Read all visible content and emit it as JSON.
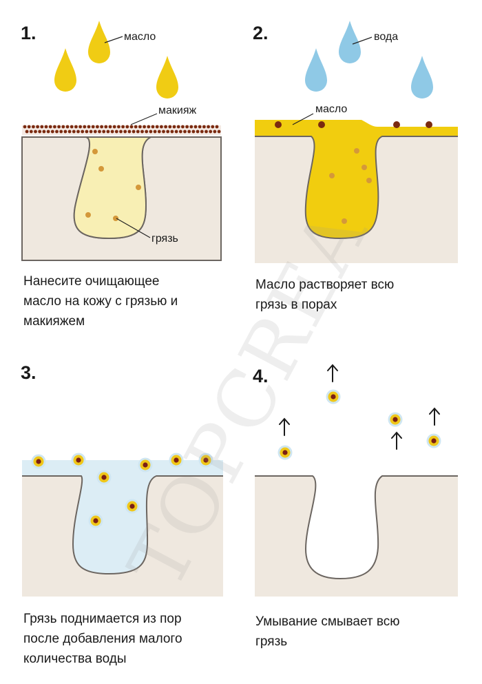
{
  "panels": [
    {
      "number": "1.",
      "labels": {
        "oil": "масло",
        "makeup": "макияж",
        "dirt": "грязь"
      },
      "caption": [
        "Нанесите очищающее",
        "масло на кожу с грязью и",
        "макияжем"
      ]
    },
    {
      "number": "2.",
      "labels": {
        "water": "вода",
        "oil": "масло"
      },
      "caption": [
        "Масло растворяет всю",
        "грязь в порах"
      ]
    },
    {
      "number": "3.",
      "caption": [
        "Грязь поднимается из пор",
        "после добавления малого",
        "количества воды"
      ]
    },
    {
      "number": "4.",
      "caption": [
        "Умывание смывает всю",
        "грязь"
      ]
    }
  ],
  "watermark": "TOPCREA",
  "colors": {
    "skin": "#efe8df",
    "oil": "#f1cd0f",
    "oil_light": "#f7eeb3",
    "water_drop": "#8fc9e6",
    "water_layer": "#dcedf5",
    "makeup": "#7a2a10",
    "dirt_dot": "#d4983a"
  },
  "icons": [
    "oil-drop-icon",
    "water-drop-icon",
    "dirt-particle-icon",
    "up-arrow-icon"
  ]
}
